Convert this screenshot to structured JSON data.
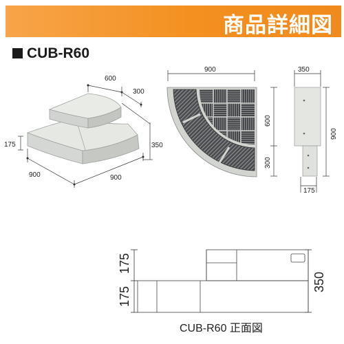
{
  "header": {
    "title": "商品詳細図"
  },
  "model": {
    "name": "CUB-R60"
  },
  "perspective": {
    "dims": {
      "top_depth": "600",
      "upper_step": "300",
      "left_height": "175",
      "right_height": "350",
      "left_width": "900",
      "right_width": "900"
    }
  },
  "plan": {
    "dims": {
      "width": "900"
    }
  },
  "side": {
    "dims": {
      "top_width": "350",
      "upper_height": "600",
      "total_height": "900",
      "lower_height": "300",
      "bottom_width": "175"
    }
  },
  "front": {
    "dims": {
      "upper_height": "175",
      "lower_height": "175",
      "total_height": "350"
    },
    "caption": "CUB-R60 正面図"
  },
  "colors": {
    "banner": "#f39020",
    "concrete": "#d9dcd8",
    "deck_dark": "#3f4042",
    "deck_frame": "#c9cbc6"
  }
}
